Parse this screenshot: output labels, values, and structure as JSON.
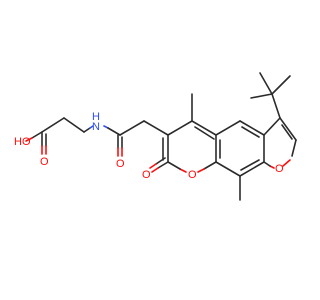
{
  "molecule": {
    "atom_labels": {
      "hydroxyl_o": "O",
      "hydroxyl_h": "H",
      "acid_carbonyl_o": "O",
      "amide_n": "N",
      "amide_h": "H",
      "amide_carbonyl_o": "O",
      "lactone_carbonyl_o": "O",
      "pyran_o": "O",
      "furan_o": "O"
    },
    "colors": {
      "carbon": "#2b2b2b",
      "oxygen": "#ff0d0d",
      "nitrogen": "#3050f8",
      "background": "#ffffff"
    }
  }
}
